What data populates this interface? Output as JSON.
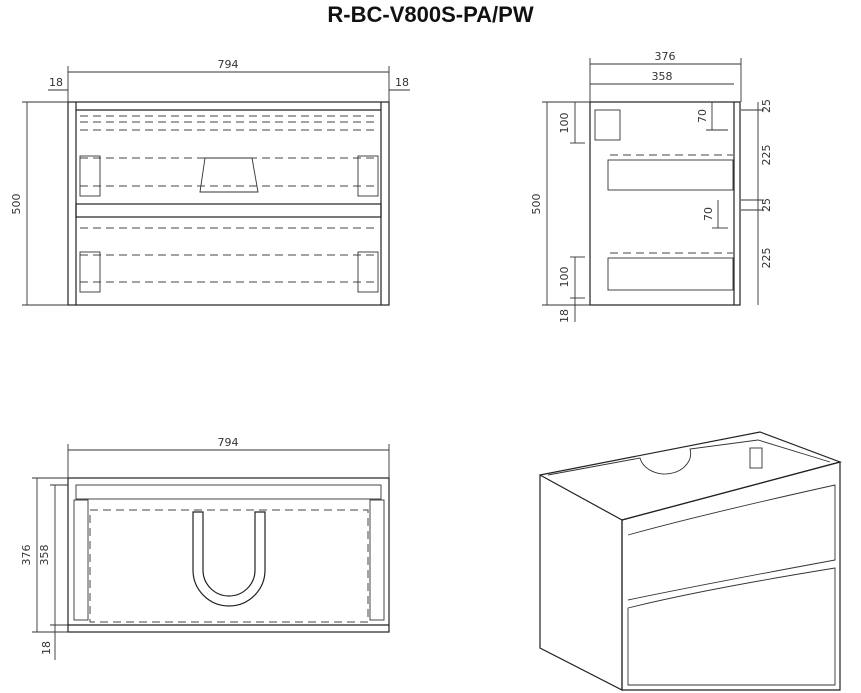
{
  "title": "R-BC-V800S-PA/PW",
  "front_view": {
    "width": "794",
    "side_left": "18",
    "side_right": "18",
    "height": "500"
  },
  "side_view": {
    "depth": "376",
    "inner_depth": "358",
    "height": "500",
    "top_offset": "100",
    "bottom_offset": "100",
    "plinth": "18",
    "drawer_gap_top": "70",
    "drawer_gap_bottom": "70",
    "top_gap": "25",
    "mid_gap": "25",
    "drawer_top": "225",
    "drawer_bottom": "225"
  },
  "top_view": {
    "width": "794",
    "depth": "376",
    "inner_depth": "358",
    "back": "18"
  }
}
